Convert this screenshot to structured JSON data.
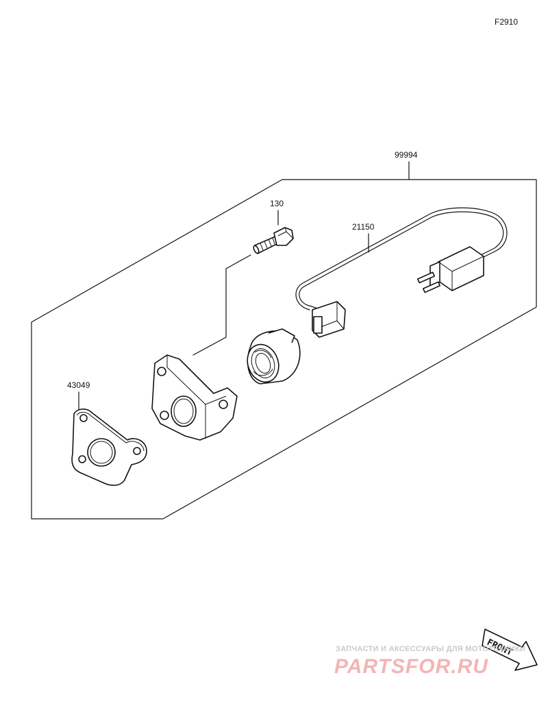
{
  "diagram_code": "F2910",
  "parts": [
    {
      "number": "99994",
      "name": "kit-frame"
    },
    {
      "number": "130",
      "name": "bolt"
    },
    {
      "number": "21150",
      "name": "wire-harness"
    },
    {
      "number": "43049",
      "name": "gasket"
    }
  ],
  "front_marker": "FRONT",
  "watermark": {
    "tagline": "ЗАПЧАСТИ И АКСЕССУАРЫ ДЛЯ МОТОТЕХНИКИ",
    "brand": "PARTSFOR.RU"
  }
}
